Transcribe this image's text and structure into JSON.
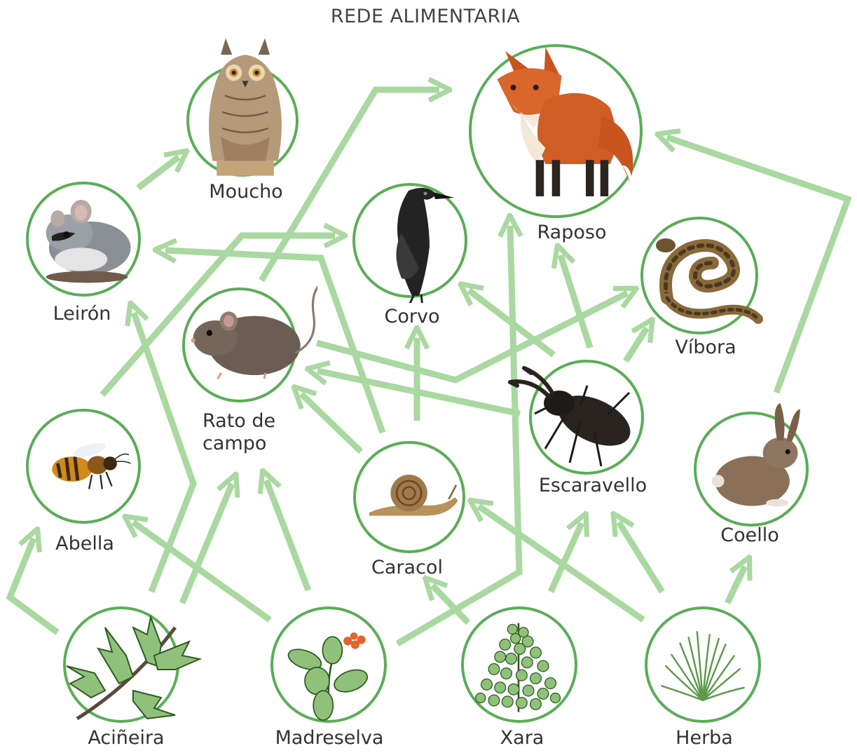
{
  "title": "REDE ALIMENTARIA",
  "colors": {
    "arrow": "#a9d8a0",
    "circle_stroke": "#5aad57",
    "label": "#333333"
  },
  "organisms": {
    "moucho": {
      "label": "Moucho",
      "icon": "owl-icon"
    },
    "raposo": {
      "label": "Raposo",
      "icon": "fox-icon"
    },
    "leiron": {
      "label": "Leirón",
      "icon": "dormouse-icon"
    },
    "corvo": {
      "label": "Corvo",
      "icon": "crow-icon"
    },
    "vibora": {
      "label": "Víbora",
      "icon": "viper-icon"
    },
    "rato": {
      "label": "Rato de\ncampo",
      "icon": "field-mouse-icon"
    },
    "escaravello": {
      "label": "Escaravello",
      "icon": "stag-beetle-icon"
    },
    "abella": {
      "label": "Abella",
      "icon": "bee-icon"
    },
    "caracol": {
      "label": "Caracol",
      "icon": "snail-icon"
    },
    "coello": {
      "label": "Coello",
      "icon": "rabbit-icon"
    },
    "acineira": {
      "label": "Aciñeira",
      "icon": "holly-icon"
    },
    "madreselva": {
      "label": "Madreselva",
      "icon": "honeysuckle-icon"
    },
    "xara": {
      "label": "Xara",
      "icon": "rockrose-icon"
    },
    "herba": {
      "label": "Herba",
      "icon": "grass-icon"
    }
  },
  "links": [
    [
      "leiron",
      "moucho"
    ],
    [
      "abella",
      "corvo"
    ],
    [
      "rato",
      "raposo"
    ],
    [
      "acineira",
      "abella"
    ],
    [
      "acineira",
      "leiron"
    ],
    [
      "acineira",
      "rato"
    ],
    [
      "madreselva",
      "abella"
    ],
    [
      "madreselva",
      "rato"
    ],
    [
      "madreselva",
      "raposo"
    ],
    [
      "caracol",
      "leiron"
    ],
    [
      "caracol",
      "rato"
    ],
    [
      "caracol",
      "corvo"
    ],
    [
      "xara",
      "caracol"
    ],
    [
      "xara",
      "escaravello"
    ],
    [
      "herba",
      "caracol"
    ],
    [
      "herba",
      "escaravello"
    ],
    [
      "herba",
      "coello"
    ],
    [
      "coello",
      "raposo"
    ],
    [
      "escaravello",
      "rato"
    ],
    [
      "escaravello",
      "corvo"
    ],
    [
      "escaravello",
      "raposo"
    ],
    [
      "escaravello",
      "vibora"
    ],
    [
      "rato",
      "vibora"
    ]
  ]
}
